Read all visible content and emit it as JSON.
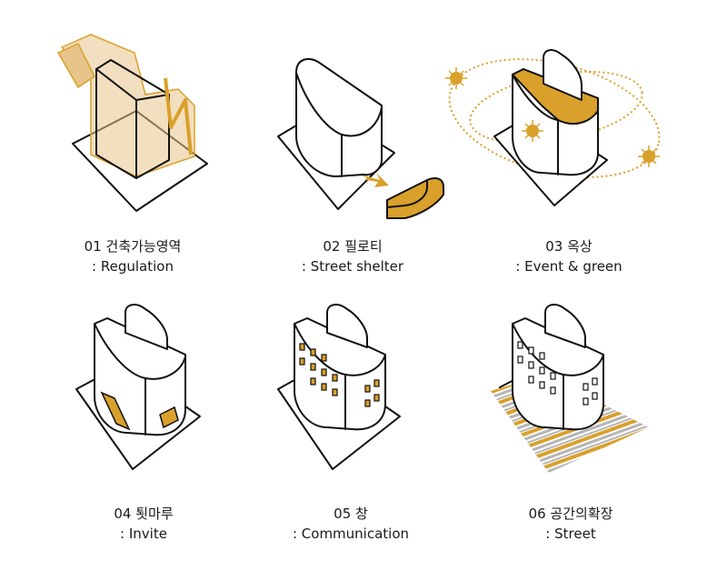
{
  "colors": {
    "accent": "#d9a02b",
    "accent_light": "#e7c58a",
    "stripe_gray": "#b5b5b5",
    "line": "#111111"
  },
  "items": [
    {
      "title": "01 건축가능영역",
      "subtitle": ": Regulation"
    },
    {
      "title": "02 필로티",
      "subtitle": ": Street shelter"
    },
    {
      "title": "03 옥상",
      "subtitle": ": Event & green"
    },
    {
      "title": "04 툇마루",
      "subtitle": ": Invite"
    },
    {
      "title": "05 창",
      "subtitle": ": Communication"
    },
    {
      "title": "06 공간의확장",
      "subtitle": ": Street"
    }
  ]
}
